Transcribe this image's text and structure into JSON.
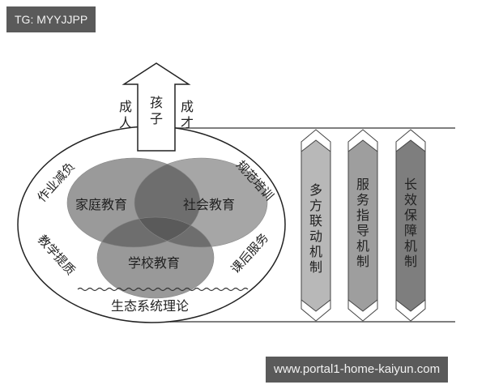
{
  "watermarks": {
    "top_left": "TG: MYYJJPP",
    "bottom_right": "www.portal1-home-kaiyun.com"
  },
  "arrow": {
    "center_label": [
      "孩",
      "子"
    ],
    "left_label": [
      "成",
      "人"
    ],
    "right_label": [
      "成",
      "才"
    ]
  },
  "venn": {
    "circles": [
      {
        "label": "家庭教育",
        "color": "#9a9a9a"
      },
      {
        "label": "社会教育",
        "color": "#a6a6a6"
      },
      {
        "label": "学校教育",
        "color": "#999999"
      }
    ],
    "overlap_color": "#6e6e6e",
    "center_color": "#5a5a5a"
  },
  "ring_labels": {
    "top_left": "作业减负",
    "bottom_left": "教学提质",
    "top_right": "规范培训",
    "bottom_right": "课后服务",
    "bottom": "生态系统理论"
  },
  "mechanisms": [
    {
      "label": [
        "多",
        "方",
        "联",
        "动",
        "机",
        "制"
      ],
      "color": "#b8b8b8"
    },
    {
      "label": [
        "服",
        "务",
        "指",
        "导",
        "机",
        "制"
      ],
      "color": "#9e9e9e"
    },
    {
      "label": [
        "长",
        "效",
        "保",
        "障",
        "机",
        "制"
      ],
      "color": "#7e7e7e"
    }
  ]
}
